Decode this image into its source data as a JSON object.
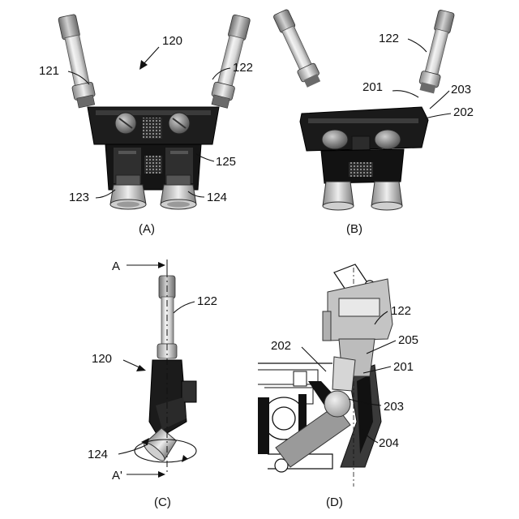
{
  "panels": {
    "A": {
      "caption": "(A)",
      "labels": {
        "device": "120",
        "left_tube": "121",
        "right_tube": "122",
        "left_eyepiece": "123",
        "right_eyepiece": "124",
        "housing": "125"
      }
    },
    "B": {
      "caption": "(B)",
      "labels": {
        "tube": "122",
        "pivot": "201",
        "joint": "202",
        "cap": "203"
      }
    },
    "C": {
      "caption": "(C)",
      "labels": {
        "axis_top": "A",
        "axis_bottom": "A'",
        "tube": "122",
        "device": "120",
        "eyepiece": "124"
      }
    },
    "D": {
      "caption": "(D)",
      "labels": {
        "tube": "122",
        "joint": "202",
        "shaft": "205",
        "pivot": "201",
        "ball": "203",
        "socket": "204"
      }
    }
  }
}
